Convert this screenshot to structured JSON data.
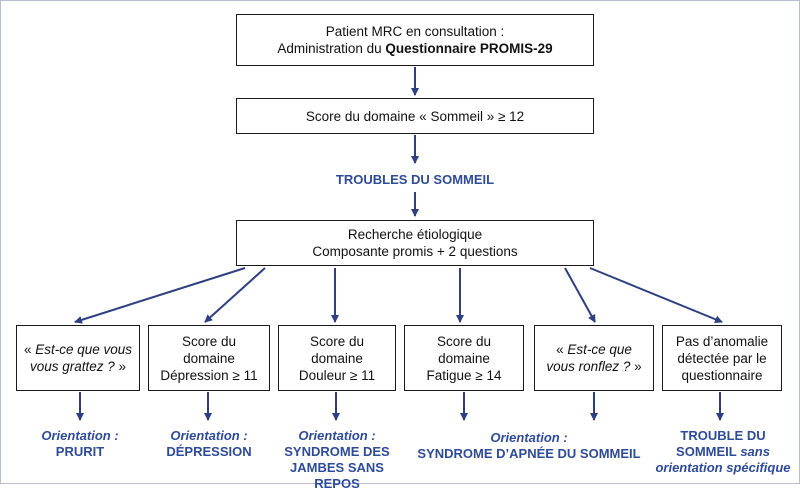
{
  "colors": {
    "accent": "#2e4b98",
    "arrow": "#2e3f82",
    "border": "#1a1a1a"
  },
  "top": {
    "line1": "Patient MRC en consultation :",
    "line2_prefix": "Administration du ",
    "line2_bold": "Questionnaire PROMIS-29"
  },
  "score": {
    "text": "Score du domaine « Sommeil » ≥ 12"
  },
  "troubles": {
    "text": "TROUBLES DU SOMMEIL"
  },
  "recherche": {
    "line1": "Recherche étiologique",
    "line2": "Composante promis + 2 questions"
  },
  "boxes": [
    {
      "pre": "« ",
      "italic": "Est-ce que vous vous grattez ?",
      "post": " »"
    },
    {
      "line1": "Score du",
      "line2": "domaine",
      "line3": "Dépression ≥ 11"
    },
    {
      "line1": "Score du",
      "line2": "domaine",
      "line3": "Douleur ≥ 11"
    },
    {
      "line1": "Score du",
      "line2": "domaine",
      "line3": "Fatigue ≥ 14"
    },
    {
      "pre": "« ",
      "italic": "Est-ce que vous ronflez ?",
      "post": " »"
    },
    {
      "line1": "Pas d’anomalie",
      "line2": "détectée par le",
      "line3": "questionnaire"
    }
  ],
  "outcomes": [
    {
      "label": "Orientation :",
      "value": "PRURIT"
    },
    {
      "label": "Orientation :",
      "value": "DÉPRESSION"
    },
    {
      "label": "Orientation :",
      "value1": "SYNDROME DES",
      "value2": "JAMBES SANS REPOS"
    },
    {
      "label": "Orientation :",
      "value": "SYNDROME D’APNÉE DU SOMMEIL"
    },
    {
      "line1": "TROUBLE DU",
      "line2_bold": "SOMMEIL",
      "line2_italic": " sans",
      "line3_italic": "orientation spécifique"
    }
  ]
}
